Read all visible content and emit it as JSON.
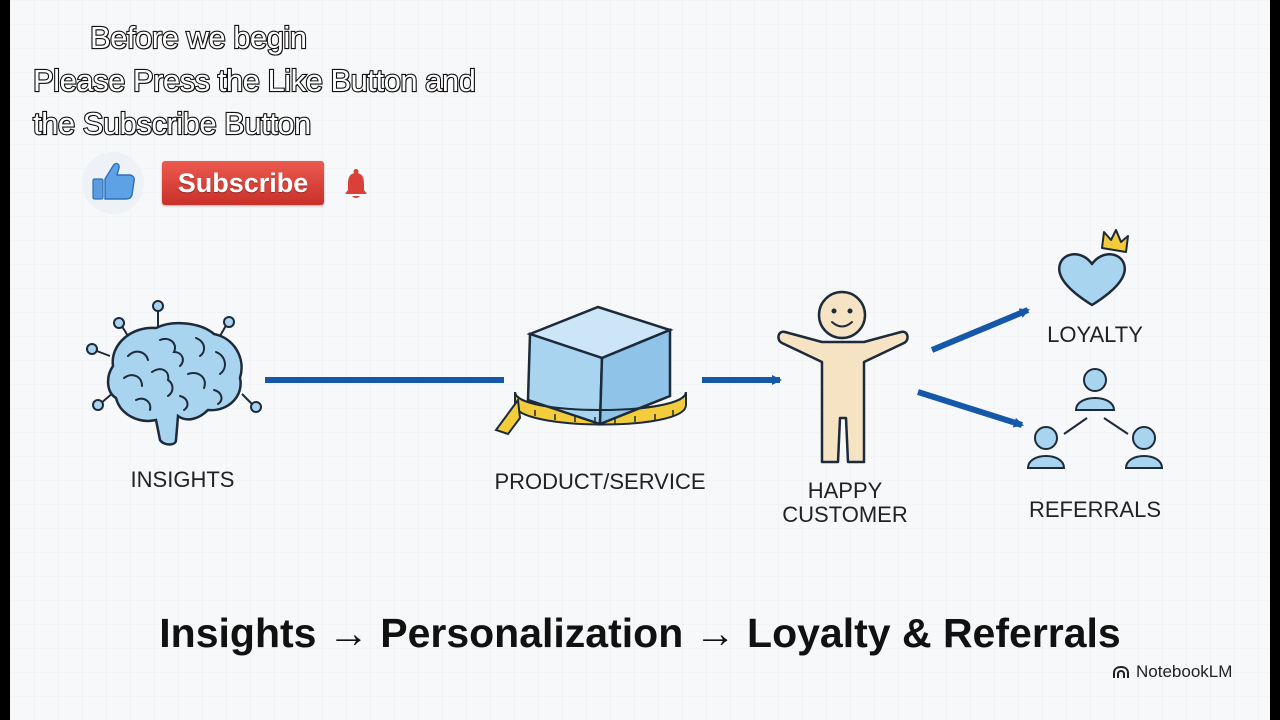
{
  "overlay": {
    "line1": "Before we begin",
    "line2": "Please Press the Like Button and",
    "line3": "the Subscribe Button",
    "subscribe_label": "Subscribe"
  },
  "diagram": {
    "nodes": [
      {
        "label": "INSIGHTS",
        "icon": "brain-icon"
      },
      {
        "label": "PRODUCT/SERVICE",
        "icon": "box-measuring-tape-icon"
      },
      {
        "label_line1": "HAPPY",
        "label_line2": "CUSTOMER",
        "icon": "happy-person-icon"
      },
      {
        "label": "LOYALTY",
        "icon": "crowned-heart-icon"
      },
      {
        "label": "REFERRALS",
        "icon": "people-network-icon"
      }
    ],
    "tagline": "Insights → Personalization → Loyalty & Referrals"
  },
  "brand": {
    "name": "NotebookLM"
  },
  "colors": {
    "arrow": "#1557a8",
    "icon_fill": "#a8d4f0",
    "icon_stroke": "#1d2a3a",
    "subscribe": "#d9403a",
    "tape": "#f2cc3a",
    "skin": "#f6e3c4"
  }
}
